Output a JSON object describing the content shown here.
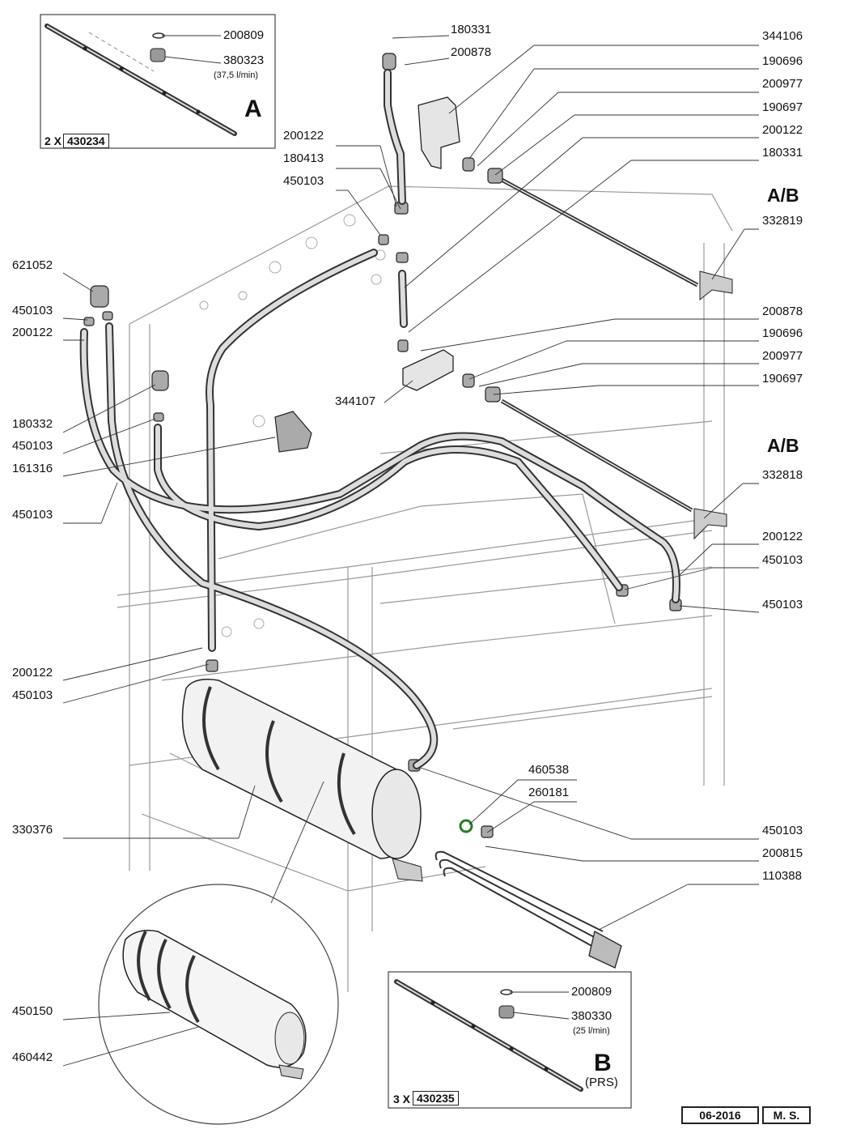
{
  "inset_a": {
    "letter": "A",
    "qty": "2 X",
    "kit": "430234",
    "parts": [
      "200809",
      "380323"
    ],
    "flow": "(37,5 l/min)"
  },
  "inset_b": {
    "letter": "B",
    "sub": "(PRS)",
    "qty": "3 X",
    "kit": "430235",
    "parts": [
      "200809",
      "380330"
    ],
    "flow": "(25 l/min)"
  },
  "callouts_top": [
    "180331",
    "200878"
  ],
  "callouts_right": [
    "344106",
    "190696",
    "200977",
    "190697",
    "200122",
    "180331",
    "332819",
    "200878",
    "190696",
    "200977",
    "190697",
    "332818",
    "200122",
    "450103",
    "450103",
    "450103",
    "200815",
    "110388"
  ],
  "section_marks": [
    "A/B",
    "A/B"
  ],
  "callouts_center": [
    "200122",
    "180413",
    "450103",
    "344107",
    "460538",
    "260181"
  ],
  "callouts_left": [
    "621052",
    "450103",
    "200122",
    "180332",
    "450103",
    "161316",
    "450103",
    "200122",
    "450103",
    "330376",
    "450150",
    "460442"
  ],
  "footer": {
    "date": "06-2016",
    "author": "M. S."
  }
}
